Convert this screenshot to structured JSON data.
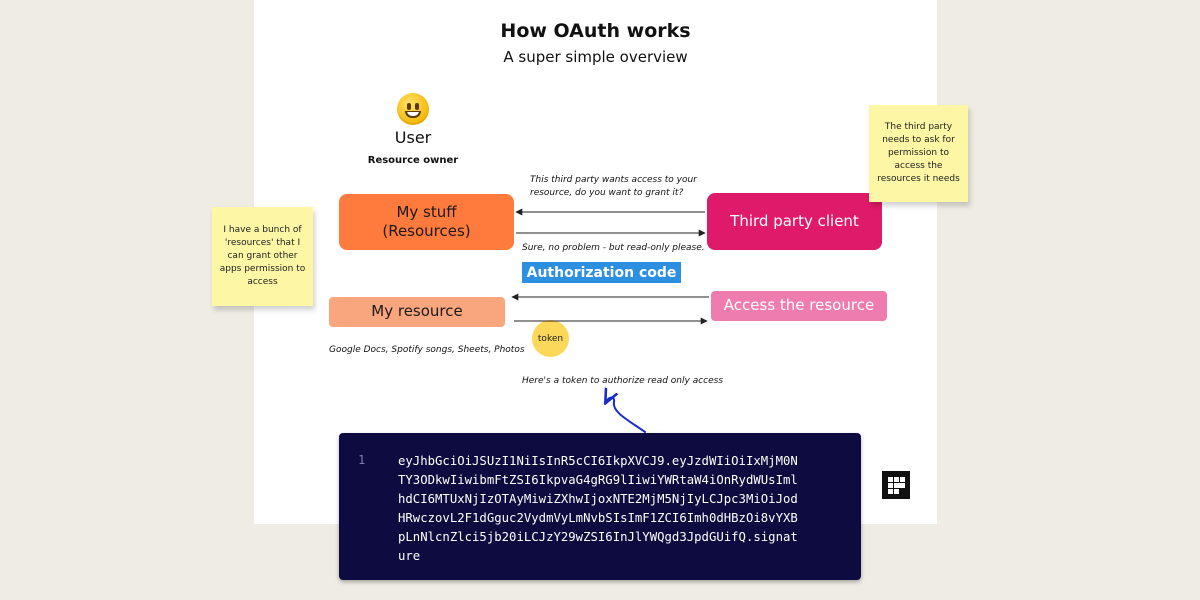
{
  "title": "How OAuth works",
  "subtitle": "A super simple overview",
  "user": {
    "name": "User",
    "role": "Resource owner"
  },
  "nodes": {
    "my_stuff": "My stuff\n(Resources)",
    "third_party": "Third party client",
    "my_resource": "My resource",
    "access_resource": "Access the resource"
  },
  "messages": {
    "request": "This third party wants access to your resource, do you want to grant it?",
    "grant": "Sure, no problem - but read-only please.",
    "auth_code": "Authorization code",
    "token": "token",
    "token_note": "Here's a token to authorize read only access",
    "examples": "Google Docs, Spotify songs, Sheets, Photos"
  },
  "stickies": {
    "left": "I have a bunch of 'resources' that I can grant other apps permission to access",
    "right": "The third party needs to ask for permission to access the resources it needs"
  },
  "code": {
    "line_number": "1",
    "text": "eyJhbGciOiJSUzI1NiIsInR5cCI6IkpXVCJ9.eyJzdWIiOiIxMjM0N\nTY3ODkwIiwibmFtZSI6IkpvaG4gRG9lIiwiYWRtaW4iOnRydWUsIml\nhdCI6MTUxNjIzOTAyMiwiZXhwIjoxNTE2MjM5NjIyLCJpc3MiOiJod\nHRwczovL2F1dGguc2VydmVyLmNvbSIsImF1ZCI6Imh0dHBzOi8vYXB\npLnNlcnZlci5jb20iLCJzY29wZSI6InJlYWQgd3JpdGUifQ.signat\nure"
  },
  "colors": {
    "my_stuff": "#ff7a3d",
    "third_party": "#e01a6a",
    "my_resource": "#f9a57e",
    "access_resource": "#ee7cae",
    "auth_code": "#2d8fe0",
    "token": "#fcd85a",
    "sticky": "#fdf6a4",
    "code_bg": "#0d0b3f",
    "squiggle": "#1a2cc9"
  }
}
